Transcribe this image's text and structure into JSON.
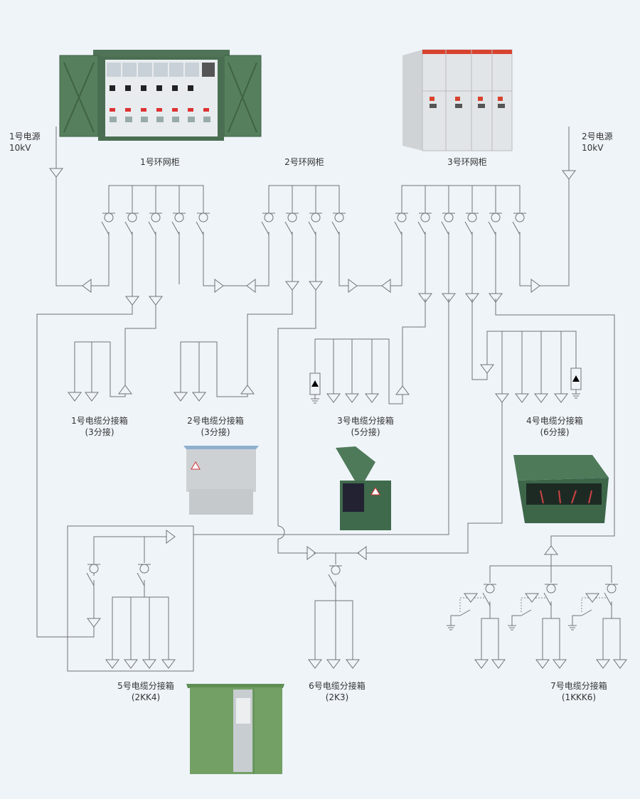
{
  "sources": [
    {
      "id": "src1",
      "name": "1号电源",
      "voltage": "10kV"
    },
    {
      "id": "src2",
      "name": "2号电源",
      "voltage": "10kV"
    }
  ],
  "ring_main_units": [
    {
      "id": "rmu1",
      "label": "1号环网柜",
      "switches": 5,
      "photo": "green-outdoor-ring-main-cabinet"
    },
    {
      "id": "rmu2",
      "label": "2号环网柜",
      "switches": 4,
      "photo": null
    },
    {
      "id": "rmu3",
      "label": "3号环网柜",
      "switches": 6,
      "photo": "grey-indoor-ring-main-cabinet"
    }
  ],
  "cable_boxes": [
    {
      "id": "cb1",
      "label": "1号电缆分接箱",
      "spec": "(3分接)",
      "outlets": 2,
      "photo": null
    },
    {
      "id": "cb2",
      "label": "2号电缆分接箱",
      "spec": "(3分接)",
      "outlets": 2,
      "photo": "grey-cable-branch-box"
    },
    {
      "id": "cb3",
      "label": "3号电缆分接箱",
      "spec": "(5分接)",
      "outlets": 3,
      "arrester": true,
      "photo": "green-open-cable-branch-box"
    },
    {
      "id": "cb4",
      "label": "4号电缆分接箱",
      "spec": "(6分接)",
      "outlets": 4,
      "arrester": true,
      "photo": "green-slanted-cable-branch-box"
    },
    {
      "id": "cb5",
      "label": "5号电缆分接箱",
      "spec": "(2KK4)",
      "outlets": 4,
      "photo": "green-switchgear-cabinet"
    },
    {
      "id": "cb6",
      "label": "6号电缆分接箱",
      "spec": "(2K3)",
      "outlets": 3,
      "photo": null
    },
    {
      "id": "cb7",
      "label": "7号电缆分接箱",
      "spec": "(1KKK6)",
      "outlets": 6,
      "photo": null
    }
  ],
  "colors": {
    "background": "#eff4f9",
    "line": "#707478",
    "green_cabinet": "#4e7a58",
    "grey_cabinet": "#d9dcde"
  }
}
